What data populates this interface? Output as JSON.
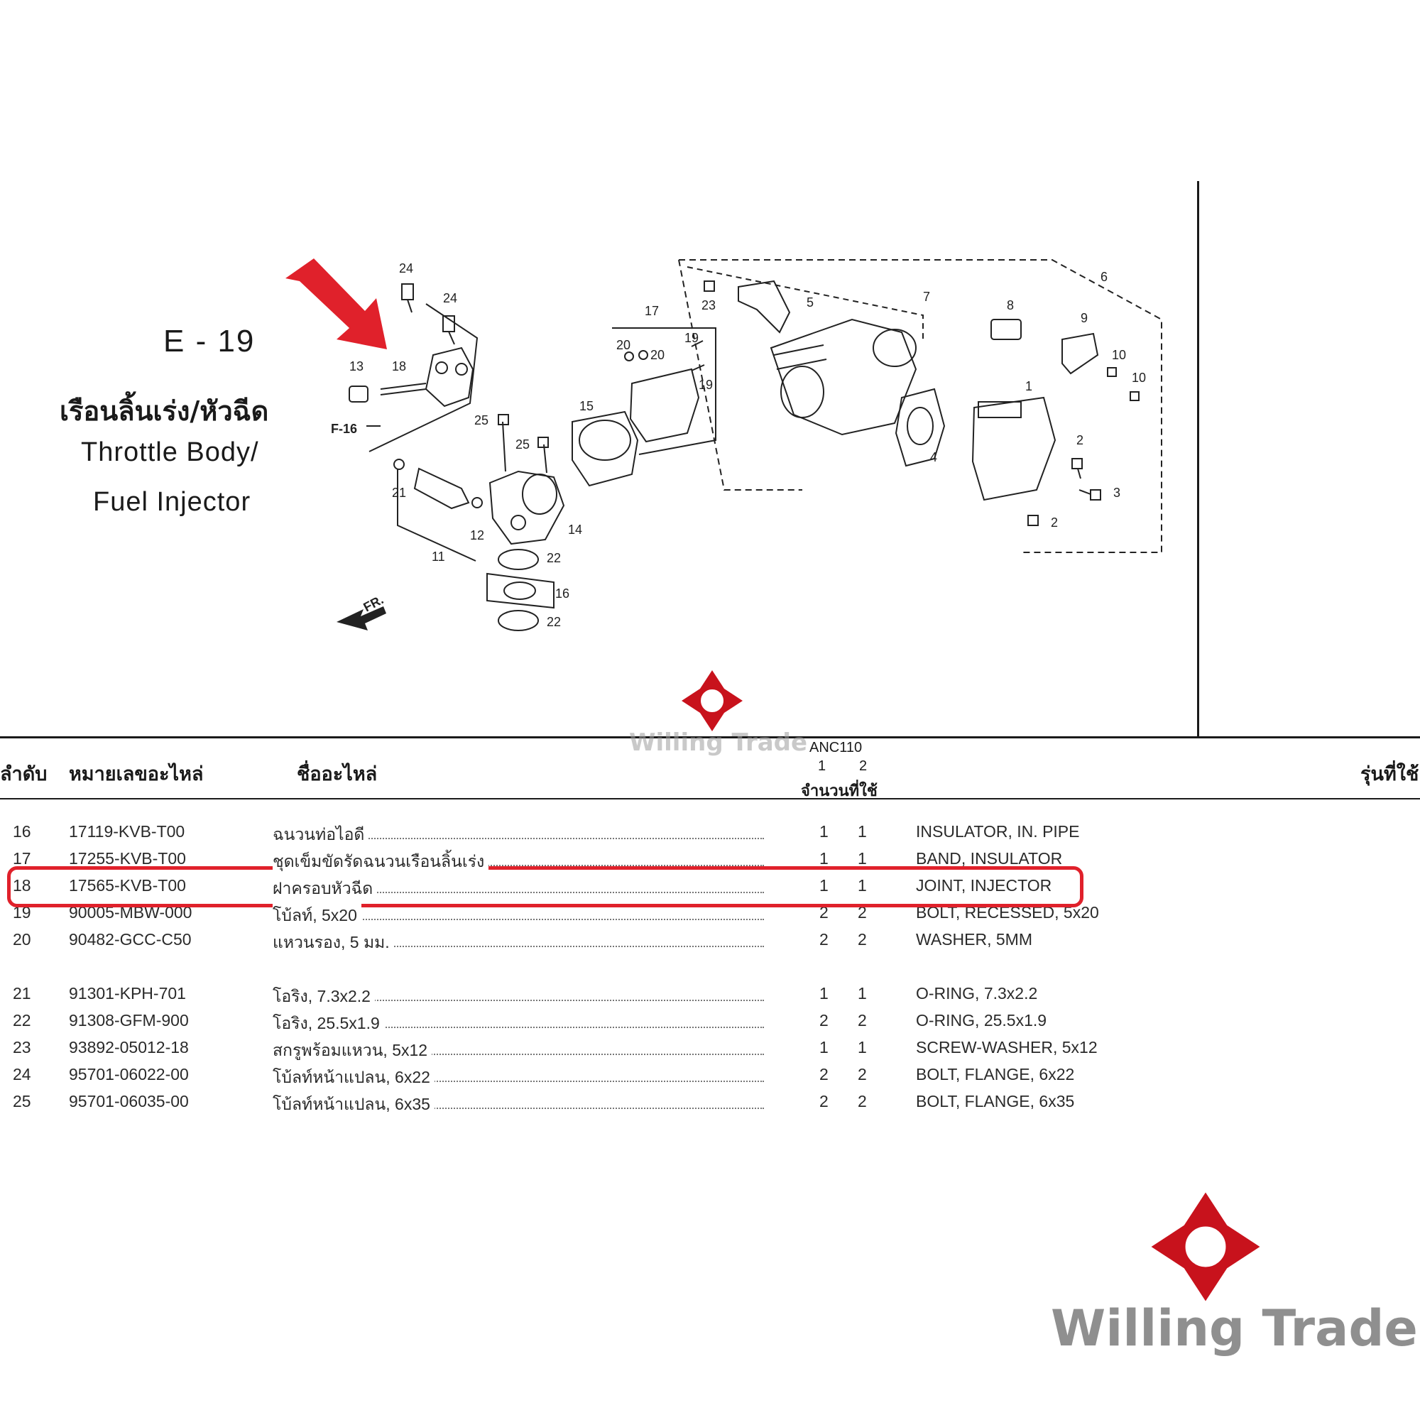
{
  "page": {
    "code": "E - 19",
    "title_thai": "เรือนลิ้นเร่ง/หัวฉีด",
    "title_en_line1": "Throttle Body/",
    "title_en_line2": "Fuel Injector"
  },
  "diagram": {
    "callouts": [
      "24",
      "24",
      "13",
      "18",
      "17",
      "20",
      "20",
      "19",
      "19",
      "23",
      "5",
      "7",
      "8",
      "6",
      "9",
      "10",
      "10",
      "1",
      "2",
      "3",
      "2",
      "4",
      "15",
      "25",
      "25",
      "21",
      "11",
      "12",
      "14",
      "22",
      "16",
      "22"
    ],
    "ref_label": "F-16",
    "direction_label": "FR.",
    "arrow_color": "#e0212b"
  },
  "watermark": {
    "brand_small": "Willing Trade",
    "brand_large": "Willing Trade",
    "logo_color": "#c8121c"
  },
  "table": {
    "headers": {
      "index": "ลำดับ",
      "part_number": "หมายเลขอะไหล่",
      "part_name": "ชื่ออะไหล่",
      "model": "ANC110",
      "col1": "1",
      "col2": "2",
      "qty": "จำนวนที่ใช้",
      "models_used": "รุ่นที่ใช้"
    },
    "rows": [
      {
        "no": "16",
        "pn": "17119-KVB-T00",
        "th": "ฉนวนท่อไอดี",
        "q1": "1",
        "q2": "1",
        "en": "INSULATOR, IN. PIPE"
      },
      {
        "no": "17",
        "pn": "17255-KVB-T00",
        "th": "ชุดเข็มขัดรัดฉนวนเรือนลิ้นเร่ง",
        "q1": "1",
        "q2": "1",
        "en": "BAND, INSULATOR"
      },
      {
        "no": "18",
        "pn": "17565-KVB-T00",
        "th": "ฝาครอบหัวฉีด",
        "q1": "1",
        "q2": "1",
        "en": "JOINT, INJECTOR"
      },
      {
        "no": "19",
        "pn": "90005-MBW-000",
        "th": "โบ้ลท์, 5x20",
        "q1": "2",
        "q2": "2",
        "en": "BOLT, RECESSED, 5x20"
      },
      {
        "no": "20",
        "pn": "90482-GCC-C50",
        "th": "แหวนรอง, 5 มม.",
        "q1": "2",
        "q2": "2",
        "en": "WASHER, 5MM"
      },
      {
        "no": "21",
        "pn": "91301-KPH-701",
        "th": "โอริง, 7.3x2.2",
        "q1": "1",
        "q2": "1",
        "en": "O-RING, 7.3x2.2"
      },
      {
        "no": "22",
        "pn": "91308-GFM-900",
        "th": "โอริง, 25.5x1.9",
        "q1": "2",
        "q2": "2",
        "en": "O-RING, 25.5x1.9"
      },
      {
        "no": "23",
        "pn": "93892-05012-18",
        "th": "สกรูพร้อมแหวน, 5x12",
        "q1": "1",
        "q2": "1",
        "en": "SCREW-WASHER, 5x12"
      },
      {
        "no": "24",
        "pn": "95701-06022-00",
        "th": "โบ้ลท์หน้าแปลน, 6x22",
        "q1": "2",
        "q2": "2",
        "en": "BOLT, FLANGE, 6x22"
      },
      {
        "no": "25",
        "pn": "95701-06035-00",
        "th": "โบ้ลท์หน้าแปลน, 6x35",
        "q1": "2",
        "q2": "2",
        "en": "BOLT, FLANGE, 6x35"
      }
    ],
    "highlight_color": "#e0212b"
  }
}
